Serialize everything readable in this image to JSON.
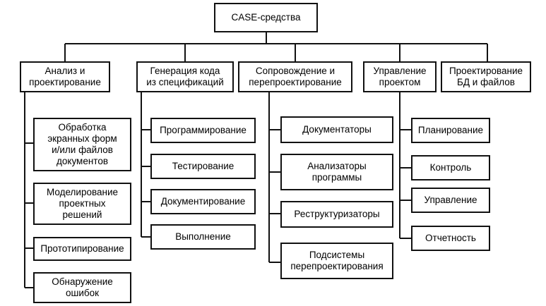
{
  "root": {
    "label": "CASE-средства"
  },
  "categories": [
    {
      "lines": [
        "Анализ и",
        "проектирование"
      ],
      "children": [
        [
          "Обработка",
          "экранных форм",
          "и/или файлов",
          "документов"
        ],
        [
          "Моделирование",
          "проектных",
          "решений"
        ],
        [
          "Прототипирование"
        ],
        [
          "Обнаружение",
          "ошибок"
        ]
      ]
    },
    {
      "lines": [
        "Генерация кода",
        "из спецификаций"
      ],
      "children": [
        [
          "Программирование"
        ],
        [
          "Тестирование"
        ],
        [
          "Документирование"
        ],
        [
          "Выполнение"
        ]
      ]
    },
    {
      "lines": [
        "Сопровождение и",
        "перепроектирование"
      ],
      "children": [
        [
          "Документаторы"
        ],
        [
          "Анализаторы",
          "программы"
        ],
        [
          "Реструктуризаторы"
        ],
        [
          "Подсистемы",
          "перепроектирования"
        ]
      ]
    },
    {
      "lines": [
        "Управление",
        "проектом"
      ],
      "children": [
        [
          "Планирование"
        ],
        [
          "Контроль"
        ],
        [
          "Управление"
        ],
        [
          "Отчетность"
        ]
      ]
    },
    {
      "lines": [
        "Проектирование",
        "БД и файлов"
      ],
      "children": []
    }
  ]
}
